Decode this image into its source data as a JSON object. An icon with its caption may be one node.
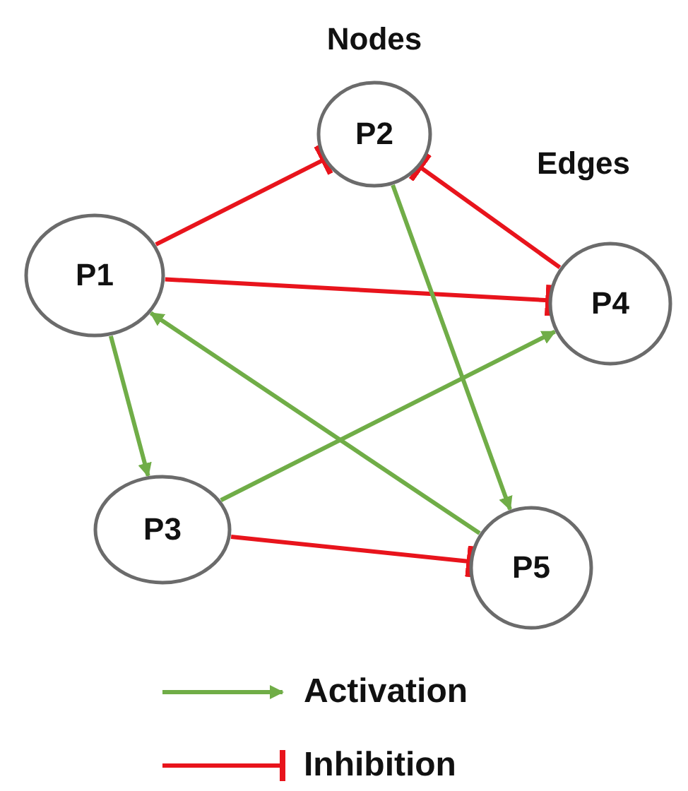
{
  "diagram": {
    "nodes": [
      {
        "text": [
          "P1"
        ]
      },
      {
        "text": [
          "P2"
        ]
      },
      {
        "text": [
          "P4"
        ]
      },
      {
        "text": [
          "P3"
        ]
      },
      {
        "text": [
          "P5"
        ]
      }
    ],
    "edges": [
      {
        "from": 0,
        "to": 1,
        "arrow": "other",
        "color": "#e8141c"
      },
      {
        "from": 2,
        "to": 1,
        "arrow": "other",
        "color": "#e8141c"
      },
      {
        "from": 0,
        "to": 2,
        "arrow": "other",
        "color": "#e8141c"
      },
      {
        "from": 1,
        "to": 4,
        "arrow": "to",
        "color": "#70ad47"
      },
      {
        "from": 0,
        "to": 3,
        "arrow": "to",
        "color": "#70ad47"
      },
      {
        "from": 4,
        "to": 0,
        "arrow": "to",
        "color": "#70ad47"
      },
      {
        "from": 3,
        "to": 2,
        "arrow": "to",
        "color": "#70ad47"
      },
      {
        "from": 3,
        "to": 4,
        "arrow": "other",
        "color": "#e8141c"
      }
    ],
    "labels": [
      "Nodes",
      "Edges"
    ],
    "legend": [
      {
        "text": "Activation"
      },
      {
        "text": "Inhibition"
      }
    ]
  }
}
